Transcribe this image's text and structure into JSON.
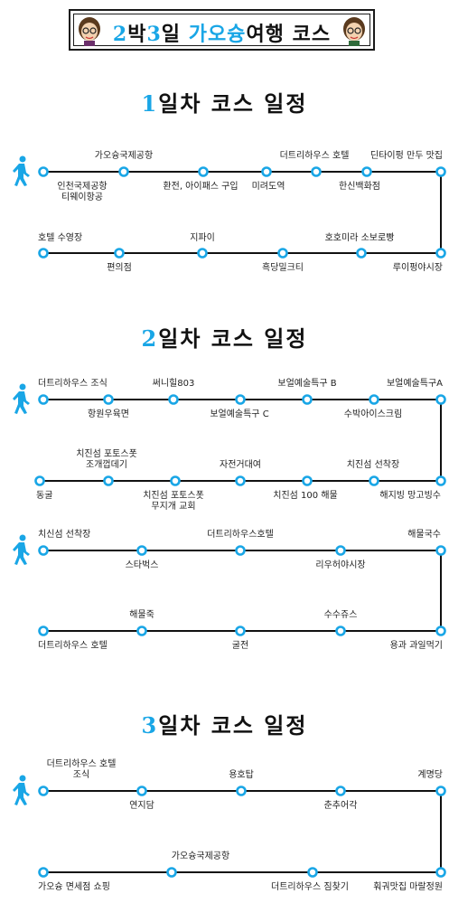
{
  "header": {
    "title_num1": "2",
    "title_mid1": "박",
    "title_num2": "3",
    "title_mid2": "일 ",
    "title_accent": "가오슝",
    "title_rest": "여행 코스"
  },
  "colors": {
    "accent": "#19a6e6",
    "line": "#111111",
    "node_fill": "#ffffff"
  },
  "days": [
    {
      "num": "1",
      "suffix": "일차 코스 일정",
      "labels": {
        "a1": "가오슝국제공항",
        "a2": "인천국제공항",
        "a3": "티웨이항공",
        "a4": "환전, 아이패스 구입",
        "a5": "미려도역",
        "a6": "더트리하우스 호텔",
        "a7": "한신백화점",
        "a8": "딘타이펑 만두 맛집",
        "b1": "호텔 수영장",
        "b2": "편의점",
        "b3": "지파이",
        "b4": "흑당밀크티",
        "b5": "호호미라 소보로빵",
        "b6": "루이펑야시장"
      }
    },
    {
      "num": "2",
      "suffix": "일차 코스 일정",
      "labels": {
        "a1": "더트리하우스 조식",
        "a2": "항원우육면",
        "a3": "써니힐803",
        "a4": "보얼예술특구 C",
        "a5": "보얼예술특구 B",
        "a6": "수박아이스크림",
        "a7": "보얼예술특구A",
        "b1": "동굴",
        "b2": "치진섬 포토스폿",
        "b2b": "조개껍데기",
        "b3": "치진섬 포토스폿",
        "b3b": "무지개 교회",
        "b4": "자전거대여",
        "b5": "치진섬 100 해물",
        "b6": "치진섬 선착장",
        "b7": "해지빙 망고빙수",
        "c1": "치신섬 선착장",
        "c2": "스타벅스",
        "c3": "더트리하우스호텔",
        "c4": "리우허야시장",
        "c5": "해물국수",
        "d1": "더트리하우스 호텔",
        "d2": "해물죽",
        "d3": "굴전",
        "d4": "수수쥬스",
        "d5": "용과 과일먹기"
      }
    },
    {
      "num": "3",
      "suffix": "일차 코스 일정",
      "labels": {
        "a1": "더트리하우스 호텔",
        "a1b": "조식",
        "a2": "연지담",
        "a3": "용호탑",
        "a4": "춘추어각",
        "a5": "계명당",
        "b1": "가오슝 면세점 쇼핑",
        "b2": "가오슝국제공항",
        "b3": "더트리하우스 짐찾기",
        "b4": "훠궈맛집 마랄정원"
      }
    }
  ]
}
